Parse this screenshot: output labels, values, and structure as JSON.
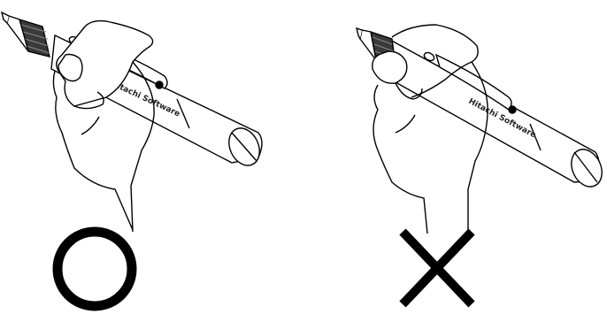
{
  "pen": {
    "brand_label": "Hitachi Software"
  },
  "panels": [
    {
      "id": "correct",
      "symbol": "circle",
      "symbol_meaning": "correct"
    },
    {
      "id": "incorrect",
      "symbol": "cross",
      "symbol_meaning": "incorrect"
    }
  ],
  "colors": {
    "line": "#000000",
    "background": "#ffffff",
    "grip": "#3a3a3a"
  }
}
